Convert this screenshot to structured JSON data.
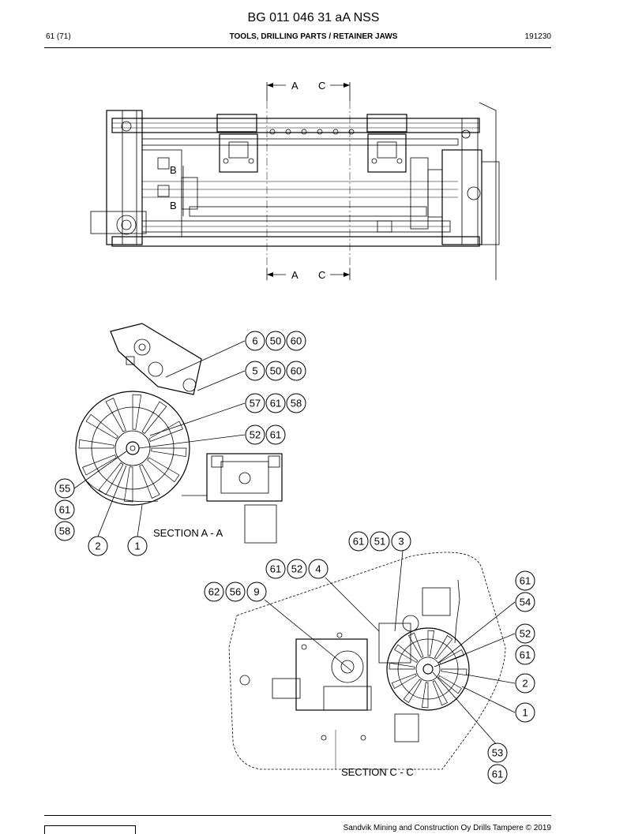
{
  "header": {
    "doc_number": "BG 011 046 31 aA NSS",
    "page": "61 (71)",
    "section_title": "TOOLS, DRILLING PARTS / RETAINER JAWS",
    "date_code": "191230"
  },
  "views": {
    "top": {
      "section_marks": [
        "A",
        "C"
      ],
      "detail_marks": [
        "B",
        "B"
      ]
    },
    "section_aa": {
      "title": "SECTION A - A",
      "callouts": [
        [
          "6",
          "50",
          "60"
        ],
        [
          "5",
          "50",
          "60"
        ],
        [
          "57",
          "61",
          "58"
        ],
        [
          "52",
          "61"
        ],
        [
          "55"
        ],
        [
          "61"
        ],
        [
          "58"
        ],
        [
          "2"
        ],
        [
          "1"
        ]
      ]
    },
    "section_cc": {
      "title": "SECTION C - C",
      "callouts": [
        [
          "61",
          "51",
          "3"
        ],
        [
          "61",
          "52",
          "4"
        ],
        [
          "62",
          "56",
          "9"
        ],
        [
          "61"
        ],
        [
          "54"
        ],
        [
          "52"
        ],
        [
          "61"
        ],
        [
          "2"
        ],
        [
          "1"
        ],
        [
          "53"
        ],
        [
          "61"
        ]
      ]
    }
  },
  "footer": {
    "copyright": "Sandvik Mining and Construction Oy Drills Tampere © 2019"
  }
}
